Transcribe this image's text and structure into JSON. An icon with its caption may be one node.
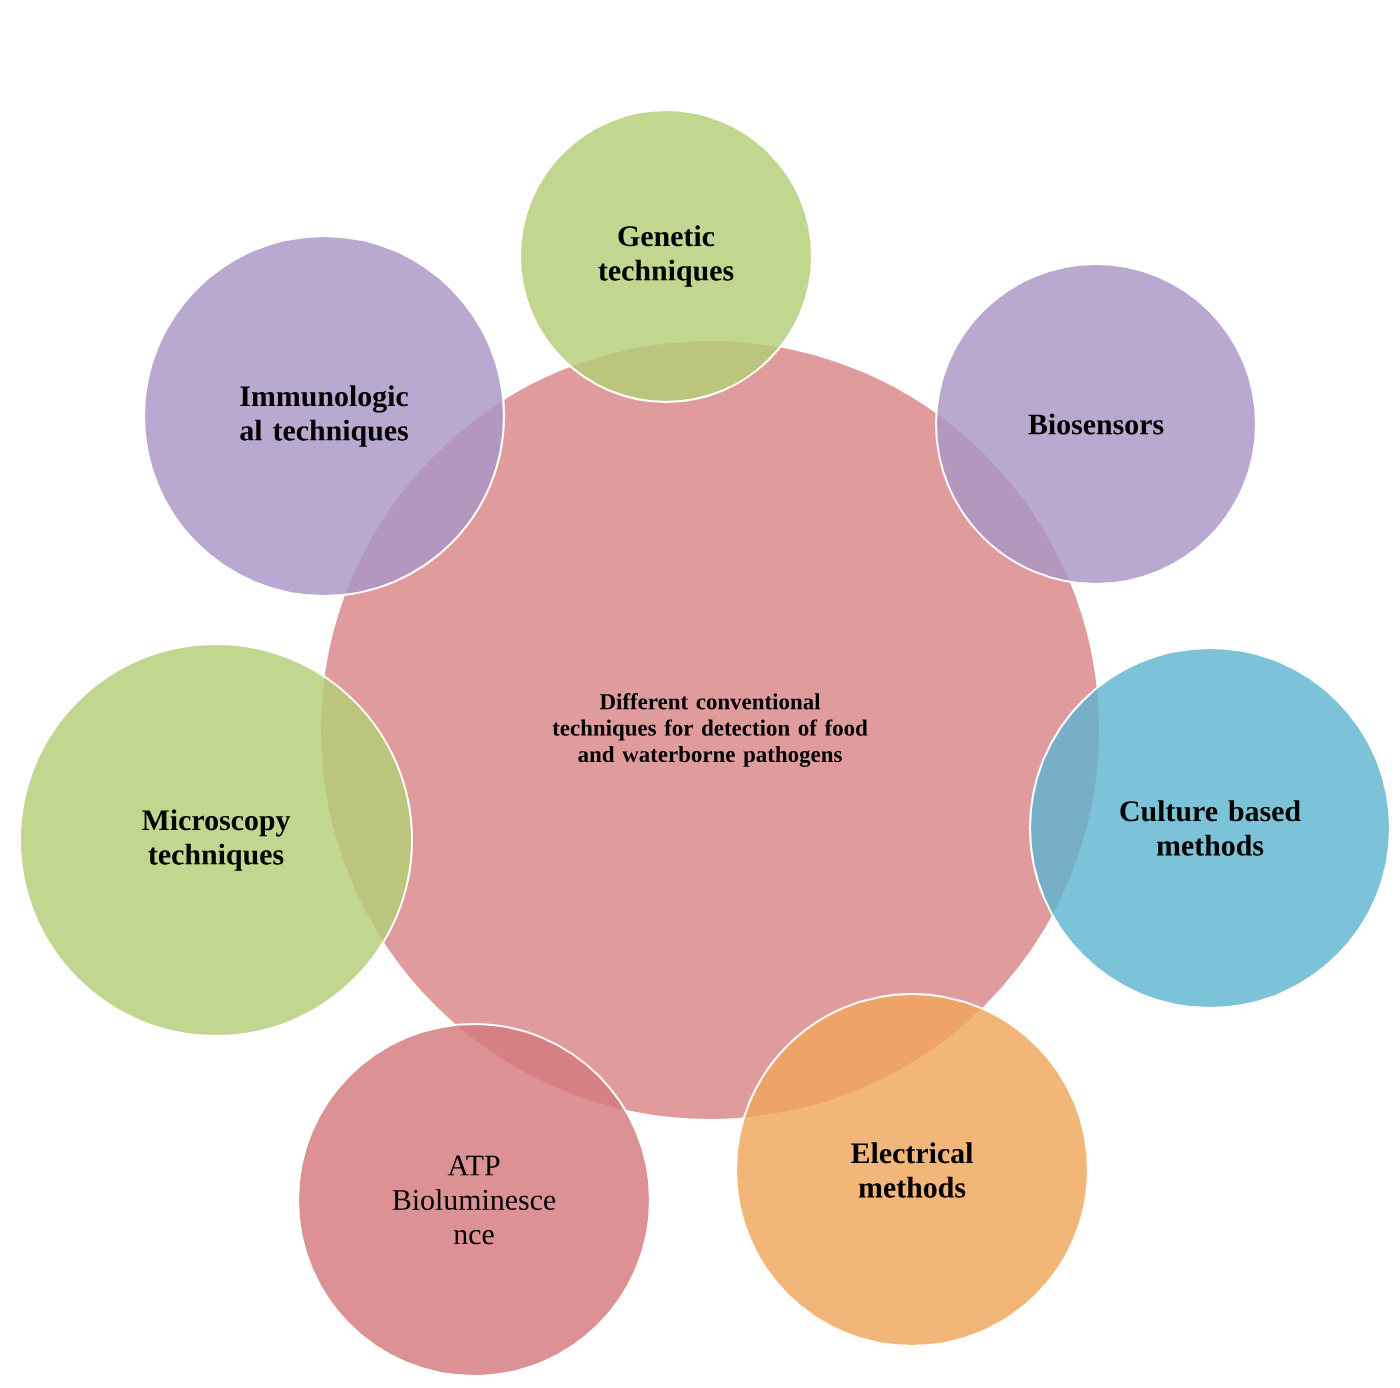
{
  "diagram": {
    "nodes": [
      {
        "text": [
          "Different conventional techniques for detection of food and waterborne pathogens"
        ]
      },
      {
        "text": [
          "Genetic techniques"
        ]
      },
      {
        "text": [
          "Biosensors"
        ]
      },
      {
        "text": [
          "Culture based methods"
        ]
      },
      {
        "text": [
          "Electrical methods"
        ]
      },
      {
        "text": [
          "ATP Bioluminesce nce"
        ]
      },
      {
        "text": [
          "Microscopy techniques"
        ]
      },
      {
        "text": [
          "Immunologic al techniques"
        ]
      }
    ]
  }
}
